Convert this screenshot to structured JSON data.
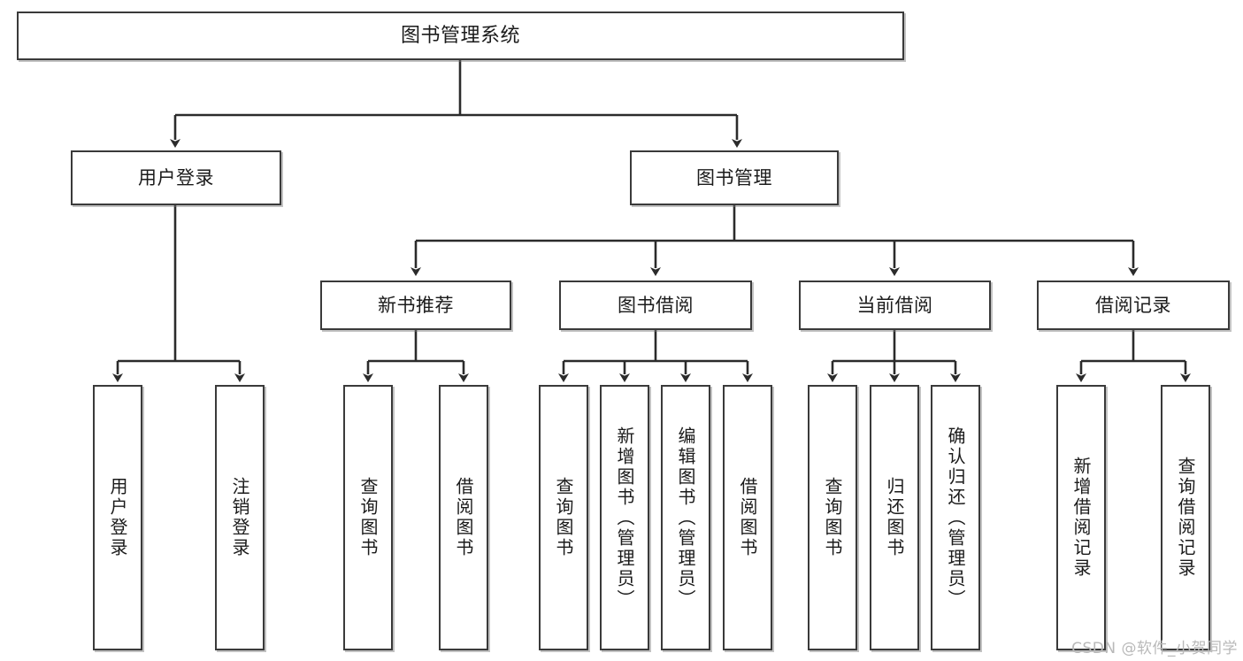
{
  "diagram": {
    "type": "tree",
    "title": "图书管理系统",
    "root": {
      "label": "图书管理系统"
    },
    "level2": [
      {
        "label": "用户登录"
      },
      {
        "label": "图书管理"
      }
    ],
    "level3": [
      {
        "label": "新书推荐"
      },
      {
        "label": "图书借阅"
      },
      {
        "label": "当前借阅"
      },
      {
        "label": "借阅记录"
      }
    ],
    "leaves": {
      "user_login": [
        {
          "label": "用户登录"
        },
        {
          "label": "注销登录"
        }
      ],
      "new_book_recommend": [
        {
          "label": "查询图书"
        },
        {
          "label": "借阅图书"
        }
      ],
      "book_borrow": [
        {
          "label": "查询图书"
        },
        {
          "label": "新增图书（管理员）"
        },
        {
          "label": "编辑图书（管理员）"
        },
        {
          "label": "借阅图书"
        }
      ],
      "current_borrow": [
        {
          "label": "查询图书"
        },
        {
          "label": "归还图书"
        },
        {
          "label": "确认归还（管理员）"
        }
      ],
      "borrow_record": [
        {
          "label": "新增借阅记录"
        },
        {
          "label": "查询借阅记录"
        }
      ]
    }
  },
  "watermark": {
    "text": "CSDN @软件_小贺同学"
  },
  "colors": {
    "box_border": "#3a3a3a",
    "box_fill": "#ffffff",
    "connector": "#2b2b2b",
    "text": "#1b1b1b",
    "watermark": "#b9b9b9"
  }
}
